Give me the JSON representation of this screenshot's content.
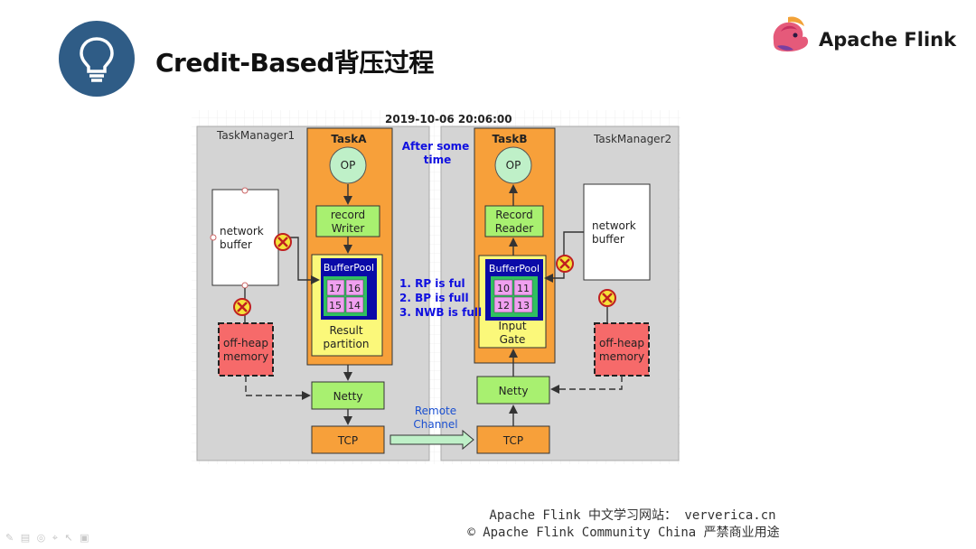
{
  "slide": {
    "title": "Credit-Based背压过程",
    "brand": "Apache Flink",
    "footer_line1": "Apache Flink 中文学习网站： ververica.cn",
    "footer_line2": "© Apache Flink Community China  严禁商业用途",
    "toolbar_hint": "✎ ▤ ◎ ⌖ ↖ ▣"
  },
  "diagram": {
    "timestamp": "2019-10-06 20:06:00",
    "taskmanager1": "TaskManager1",
    "taskmanager2": "TaskManager2",
    "taskA": "TaskA",
    "taskB": "TaskB",
    "op": "OP",
    "record_writer": [
      "record",
      "Writer"
    ],
    "record_reader": [
      "Record",
      "Reader"
    ],
    "network_buffer": [
      "network",
      "buffer"
    ],
    "offheap": [
      "off-heap",
      "memory"
    ],
    "buffer_pool": "BufferPool",
    "result_partition": [
      "Result",
      "partition"
    ],
    "input_gate": [
      "Input",
      "Gate"
    ],
    "buffers_a": [
      "17",
      "16",
      "15",
      "14"
    ],
    "buffers_b": [
      "10",
      "11",
      "12",
      "13"
    ],
    "netty": "Netty",
    "tcp": "TCP",
    "remote_channel": [
      "Remote",
      "Channel"
    ],
    "after_time": [
      "After some",
      "time"
    ],
    "notes": [
      "1. RP is ful",
      "2. BP is full",
      "3. NWB is  full"
    ],
    "colors": {
      "taskmanager_bg": "#d4d4d4",
      "task_orange": "#f7a03a",
      "green": "#a8f070",
      "offheap_red": "#f66a6a",
      "buffer_pool_blue": "#0a0aa8",
      "buffer_pink": "#f0a0f0",
      "result_yellow": "#fbf87a",
      "note_blue": "#1010e0"
    }
  }
}
